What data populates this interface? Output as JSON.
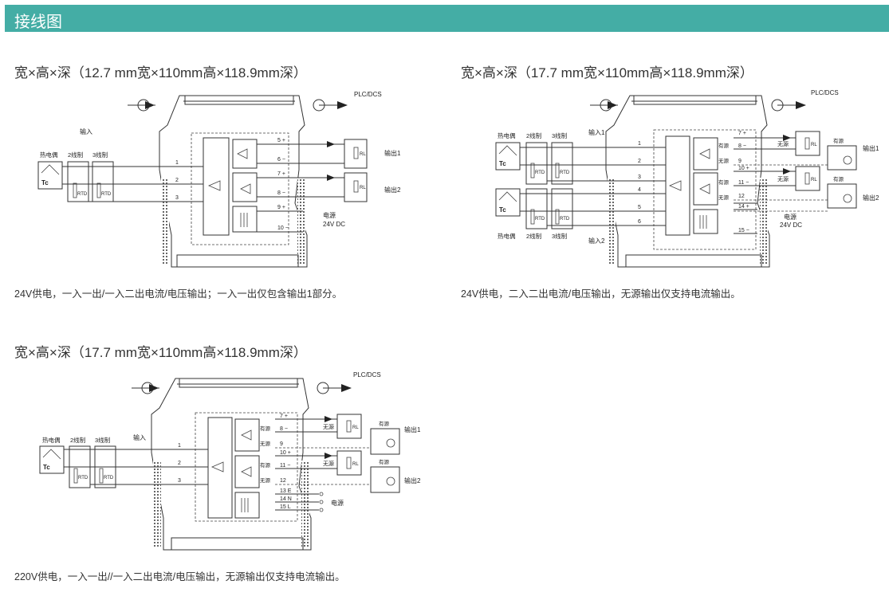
{
  "header": {
    "title": "接线图"
  },
  "panels": {
    "p1": {
      "title": "宽×高×深（12.7 mm宽×110mm高×118.9mm深）",
      "caption": "24V供电，一入一出/一入二出电流/电压输出；一入一出仅包含输出1部分。",
      "plc": "PLC/DCS",
      "input": "输入",
      "tc_label": "热电偶",
      "w2_label": "2线制",
      "w3_label": "3线制",
      "tc": "Tc",
      "rtd": "RTD",
      "terms": [
        "1",
        "2",
        "3"
      ],
      "out_terms": [
        "5 +",
        "6 −",
        "7 +",
        "8 −",
        "9 +",
        "10 −"
      ],
      "rl": "RL",
      "out1": "输出1",
      "out2": "输出2",
      "power": "电源",
      "power_v": "24V DC"
    },
    "p2": {
      "title": "宽×高×深（17.7 mm宽×110mm高×118.9mm深）",
      "caption": "24V供电，二入二出电流/电压输出，无源输出仅支持电流输出。",
      "plc": "PLC/DCS",
      "input1": "输入1",
      "input2": "输入2",
      "tc_label": "热电偶",
      "w2_label": "2线制",
      "w3_label": "3线制",
      "tc": "Tc",
      "rtd": "RTD",
      "terms": [
        "1",
        "2",
        "3",
        "4",
        "5",
        "6"
      ],
      "out_terms": [
        "7 +",
        "8 −",
        "9",
        "10 +",
        "11 −",
        "12",
        "14 +",
        "15 −"
      ],
      "active": "有源",
      "passive": "无源",
      "rl": "RL",
      "out1": "输出1",
      "out2": "输出2",
      "power": "电源",
      "power_v": "24V DC"
    },
    "p3": {
      "title": "宽×高×深（17.7 mm宽×110mm高×118.9mm深）",
      "caption": "220V供电，一入一出//一入二出电流/电压输出，无源输出仅支持电流输出。",
      "plc": "PLC/DCS",
      "input": "输入",
      "tc_label": "热电偶",
      "w2_label": "2线制",
      "w3_label": "3线制",
      "tc": "Tc",
      "rtd": "RTD",
      "terms": [
        "1",
        "2",
        "3"
      ],
      "out_terms": [
        "7 +",
        "8 −",
        "9",
        "10 +",
        "11 −",
        "12",
        "13 E",
        "14 N",
        "15 L"
      ],
      "active": "有源",
      "passive": "无源",
      "rl": "RL",
      "out1": "输出1",
      "out2": "输出2",
      "power": "电源"
    }
  },
  "colors": {
    "header_bg": "#44ada5",
    "header_text": "#ffffff"
  }
}
